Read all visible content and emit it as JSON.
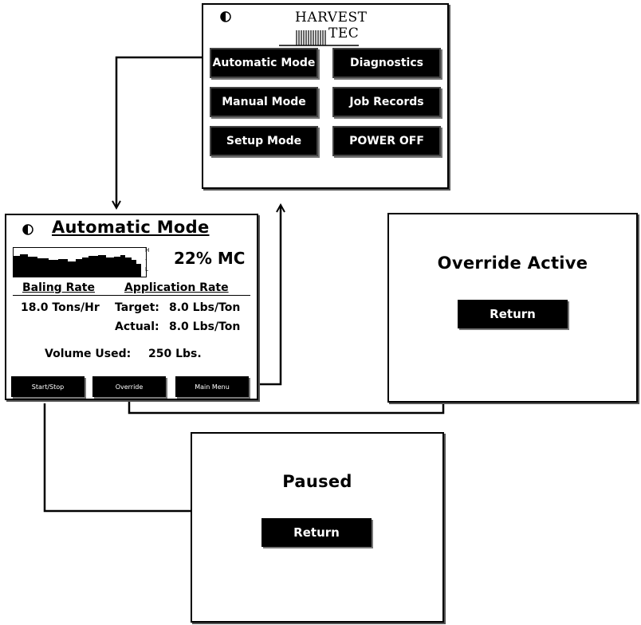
{
  "main_menu": {
    "logo_top": "HARVEST",
    "logo_bottom": "TEC",
    "buttons": {
      "automatic_mode": "Automatic Mode",
      "diagnostics": "Diagnostics",
      "manual_mode": "Manual Mode",
      "job_records": "Job Records",
      "setup_mode": "Setup Mode",
      "power_off": "POWER OFF"
    }
  },
  "auto_mode": {
    "title": "Automatic Mode",
    "histogram_scale": [
      "H",
      "-",
      "L"
    ],
    "moisture": "22% MC",
    "baling_rate_label": "Baling Rate",
    "baling_rate_value": "18.0 Tons/Hr",
    "application_rate_label": "Application Rate",
    "target_label": "Target:",
    "target_value": "8.0 Lbs/Ton",
    "actual_label": "Actual:",
    "actual_value": "8.0 Lbs/Ton",
    "volume_label": "Volume Used:",
    "volume_value": "250 Lbs.",
    "buttons": {
      "start_stop": "Start/Stop",
      "override": "Override",
      "main_menu": "Main Menu"
    }
  },
  "override": {
    "title": "Override Active",
    "return_label": "Return"
  },
  "paused": {
    "title": "Paused",
    "return_label": "Return"
  },
  "colors": {
    "button_bg": "#000000",
    "button_text": "#ffffff",
    "screen_bg": "#ffffff"
  }
}
